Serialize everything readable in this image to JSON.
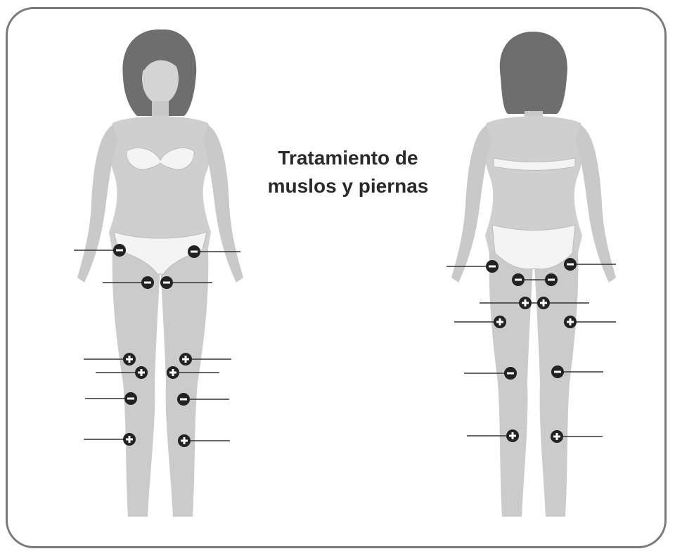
{
  "title": {
    "line1": "Tratamiento de",
    "line2": "muslos y piernas"
  },
  "colors": {
    "frame": "#7a7a7a",
    "skin": "#cfcfcf",
    "skin_shadow": "#b8b8b8",
    "hair": "#6e6e6e",
    "underwear": "#f4f4f4",
    "electrode": "#222222",
    "lead_line": "#333333"
  },
  "electrode_legend": {
    "negative_symbol": "−",
    "positive_symbol": "+"
  },
  "figures": [
    {
      "view": "front"
    },
    {
      "view": "back"
    }
  ]
}
